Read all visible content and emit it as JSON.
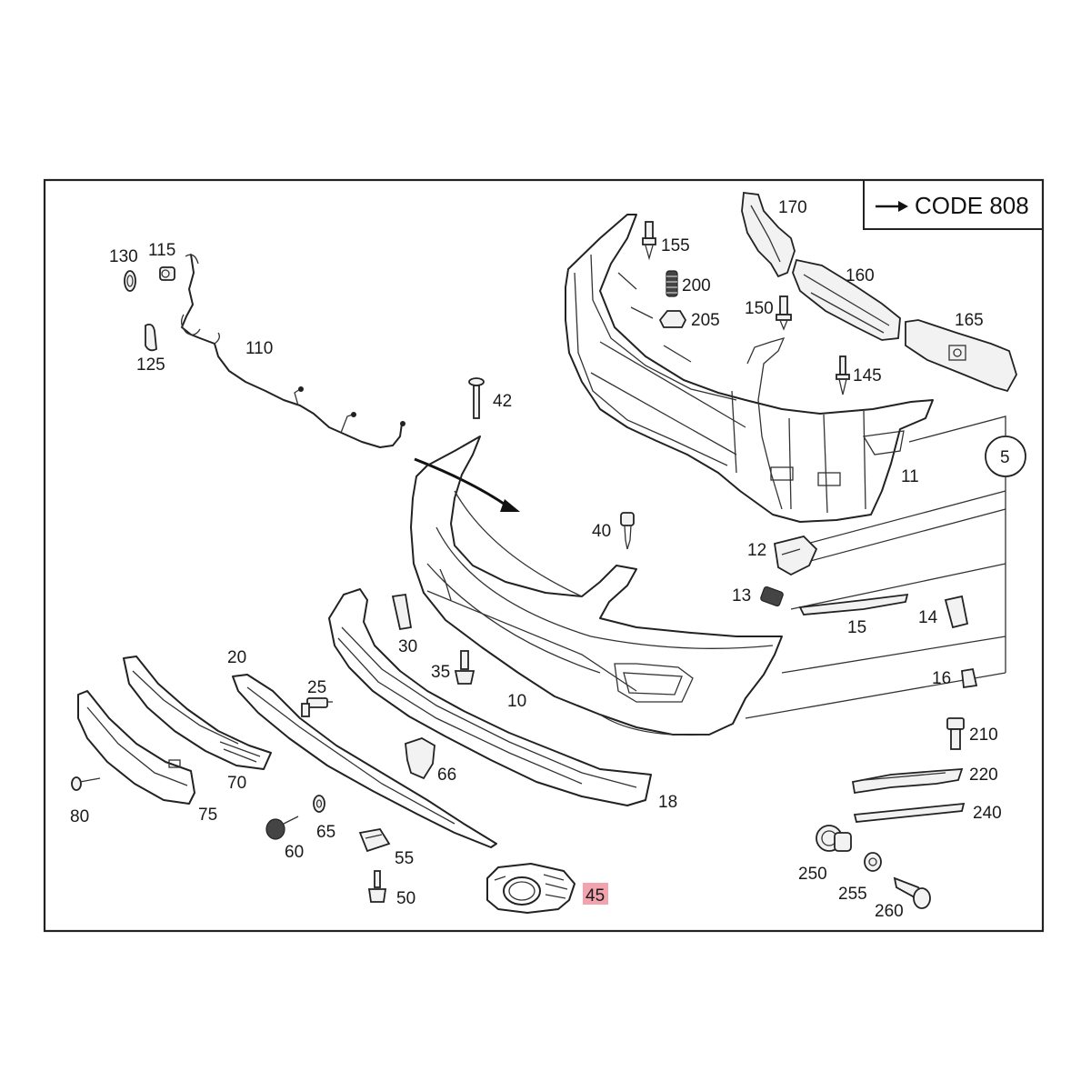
{
  "code_box": {
    "arrow": "right-arrow-icon",
    "text": "CODE 808"
  },
  "callout": "5",
  "highlight_color": "#f2a3ad",
  "parts": [
    "130",
    "115",
    "110",
    "125",
    "42",
    "40",
    "155",
    "200",
    "205",
    "170",
    "160",
    "150",
    "165",
    "145",
    "11",
    "12",
    "13",
    "15",
    "14",
    "16",
    "30",
    "35",
    "10",
    "20",
    "25",
    "66",
    "70",
    "75",
    "80",
    "60",
    "65",
    "55",
    "50",
    "18",
    "45",
    "210",
    "220",
    "240",
    "250",
    "255",
    "260"
  ],
  "highlighted_part": "45"
}
